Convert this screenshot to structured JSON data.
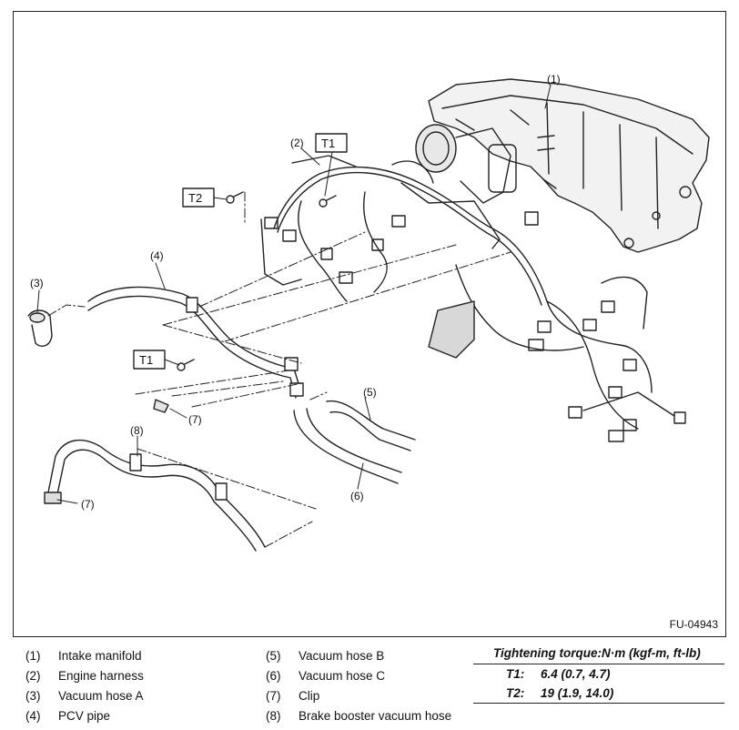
{
  "callouts": {
    "c1": "(1)",
    "c2": "(2)",
    "c3": "(3)",
    "c4": "(4)",
    "c5": "(5)",
    "c6": "(6)",
    "c7a": "(7)",
    "c7b": "(7)",
    "c8": "(8)"
  },
  "tags": {
    "t1_top": "T1",
    "t2": "T2",
    "t1_mid": "T1"
  },
  "figure_code": "FU-04943",
  "legend": [
    {
      "num": "(1)",
      "label": "Intake manifold"
    },
    {
      "num": "(2)",
      "label": "Engine harness"
    },
    {
      "num": "(3)",
      "label": "Vacuum hose A"
    },
    {
      "num": "(4)",
      "label": "PCV pipe"
    },
    {
      "num": "(5)",
      "label": "Vacuum hose B"
    },
    {
      "num": "(6)",
      "label": "Vacuum hose C"
    },
    {
      "num": "(7)",
      "label": "Clip"
    },
    {
      "num": "(8)",
      "label": "Brake booster vacuum hose"
    }
  ],
  "torque": {
    "title": "Tightening torque:N·m (kgf-m, ft-lb)",
    "rows": [
      {
        "label": "T1:",
        "value": "6.4 (0.7, 4.7)"
      },
      {
        "label": "T2:",
        "value": "19 (1.9, 14.0)"
      }
    ]
  }
}
